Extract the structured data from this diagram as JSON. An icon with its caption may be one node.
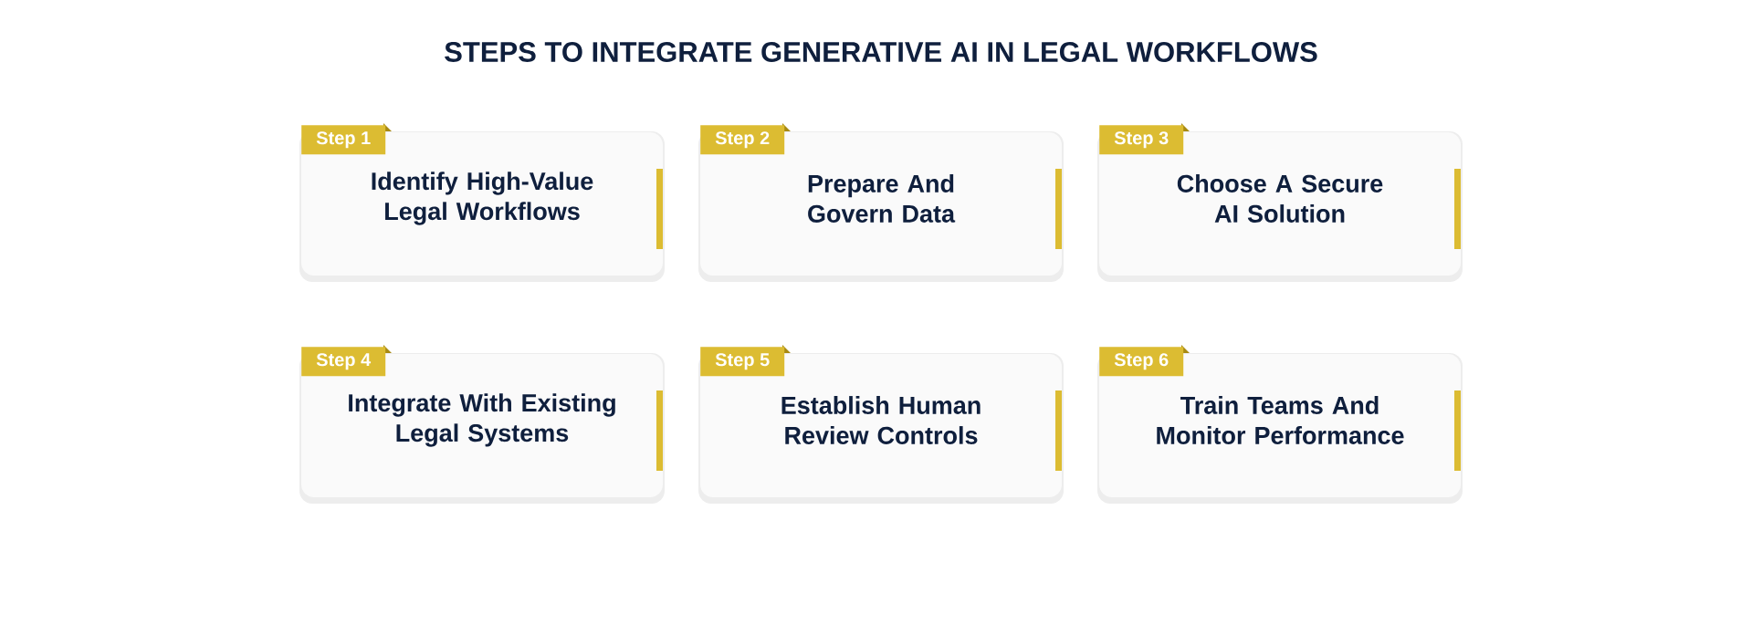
{
  "diagram": {
    "title": "STEPS TO INTEGRATE GENERATIVE AI IN LEGAL WORKFLOWS",
    "nodes": [
      {
        "text": [
          "Step 1",
          "Identify High-Value Legal Workflows"
        ]
      },
      {
        "text": [
          "Step 2",
          "Prepare And Govern Data"
        ]
      },
      {
        "text": [
          "Step 3",
          "Choose A Secure AI Solution"
        ]
      },
      {
        "text": [
          "Step 4",
          "Integrate With Existing Legal Systems"
        ]
      },
      {
        "text": [
          "Step 5",
          "Establish Human Review Controls"
        ]
      },
      {
        "text": [
          "Step 6",
          "Train Teams And Monitor Performance"
        ]
      }
    ]
  }
}
